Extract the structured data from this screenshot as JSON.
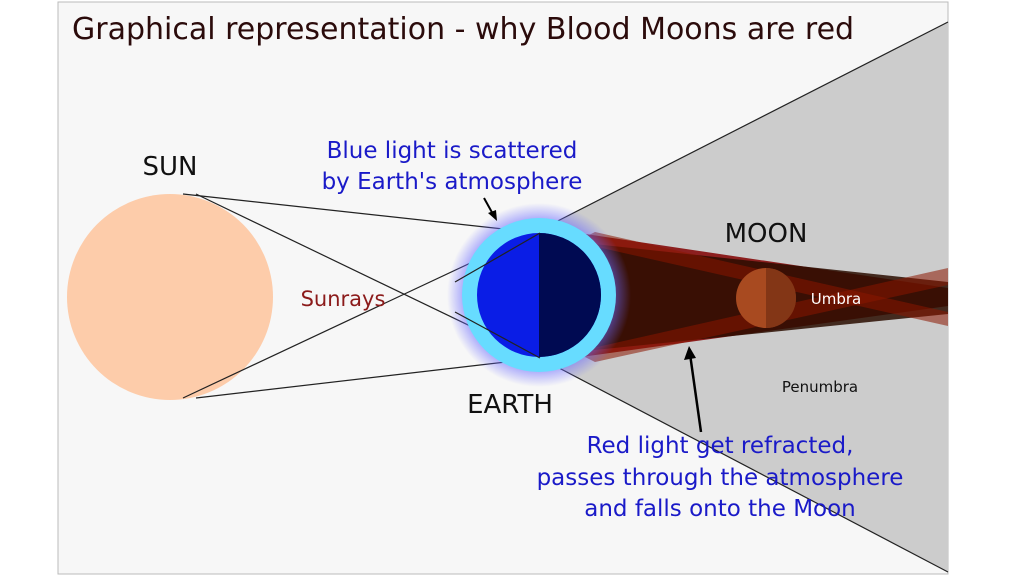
{
  "title": "Graphical representation - why Blood Moons are red",
  "labels": {
    "sun": "SUN",
    "earth": "EARTH",
    "moon": "MOON",
    "sunrays": "Sunrays",
    "umbra": "Umbra",
    "penumbra": "Penumbra"
  },
  "annotations": {
    "blue_line1": "Blue light is scattered",
    "blue_line2": "by Earth's atmosphere",
    "red_line1": "Red light get refracted,",
    "red_line2": "passes through the atmosphere",
    "red_line3": "and falls onto the Moon"
  },
  "colors": {
    "background": "#f7f7f7",
    "sun": "#fdccaa",
    "earth_day": "#0a1de6",
    "earth_night": "#000a52",
    "atmosphere": "#67dcff",
    "penumbra": "#cccccc",
    "umbra": "#2a0d00",
    "red_light": "#800000",
    "moon": "#a04020",
    "title_text": "#2b0b0b",
    "sunrays_text": "#8b1a1a",
    "annotation_text": "#1a1ac8"
  }
}
